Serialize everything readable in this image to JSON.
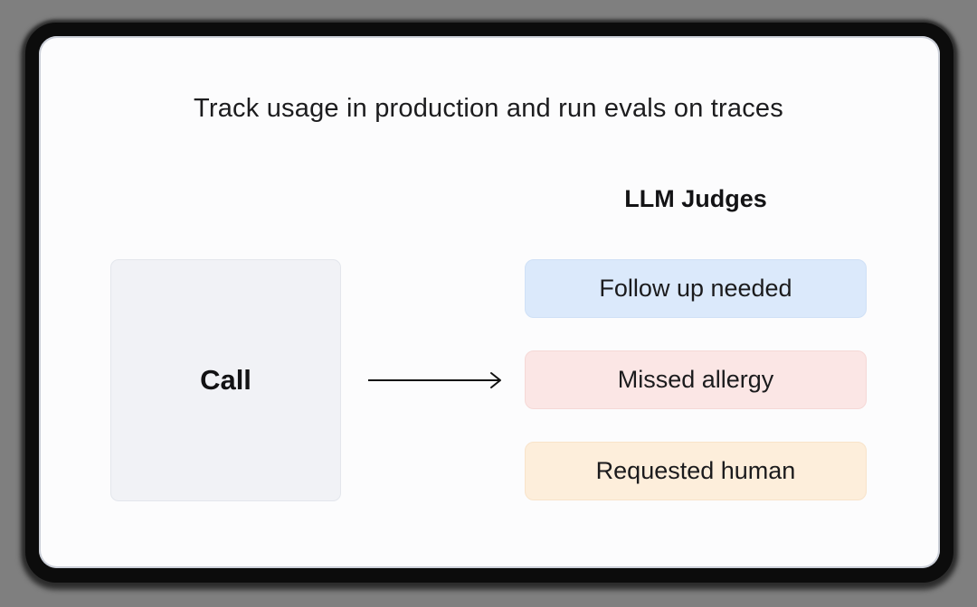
{
  "page": {
    "title": "Track usage in production and run evals on traces"
  },
  "colors": {
    "outer_background": "#7f7f7f",
    "frame_border": "#0c0c0c",
    "card_background": "#fcfcfd"
  },
  "call": {
    "label": "Call",
    "bg": "#f1f2f6",
    "border": "#e3e6ec"
  },
  "arrow": {
    "icon": "right-arrow-icon",
    "color": "#111111"
  },
  "judges": {
    "heading": "LLM Judges",
    "items": [
      {
        "label": "Follow up needed",
        "bg": "#dbe9fb",
        "border": "#cfe0f6"
      },
      {
        "label": "Missed allergy",
        "bg": "#fbe6e5",
        "border": "#f5d8d6"
      },
      {
        "label": "Requested human",
        "bg": "#fdeedb",
        "border": "#f8e3ca"
      }
    ]
  }
}
